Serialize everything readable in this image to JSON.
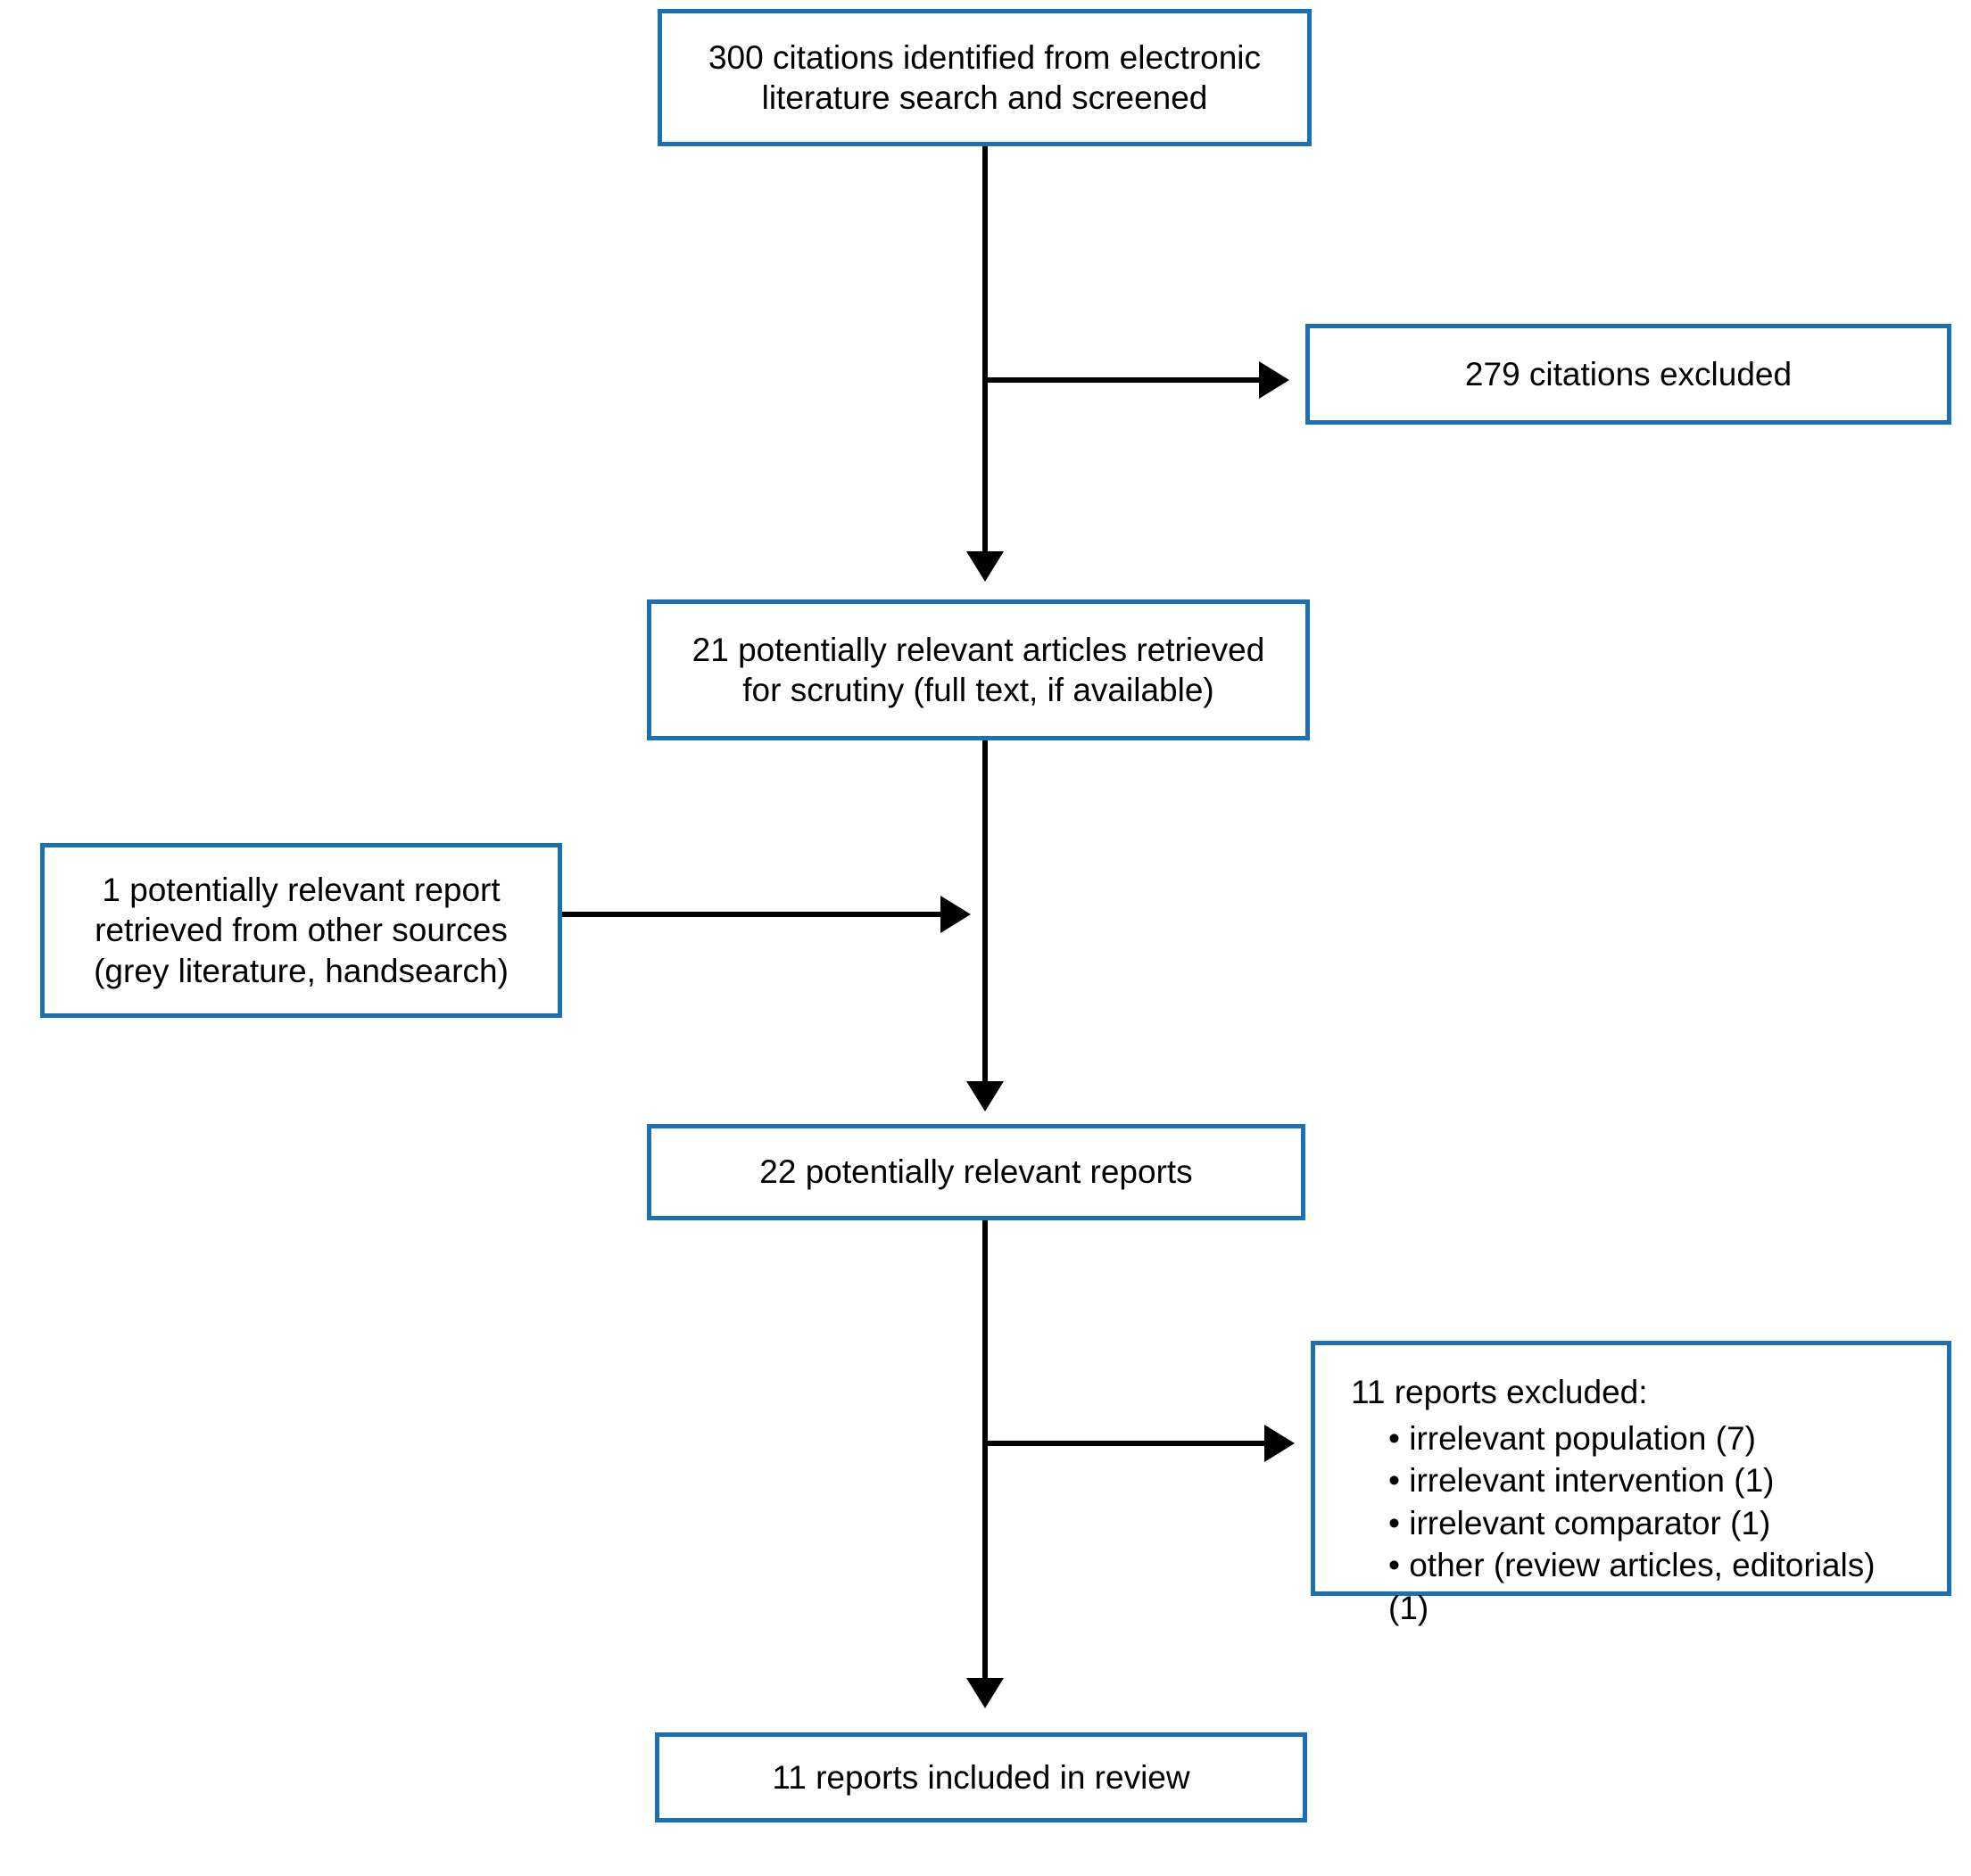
{
  "diagram": {
    "title": "Literature review flow diagram",
    "background_color": "#ffffff",
    "box_border_color": "#1b6fb5",
    "arrow_color": "#000000",
    "boxes": {
      "identified": {
        "text": "300 citations identified from electronic literature search and screened"
      },
      "excluded_citations": {
        "text": "279 citations excluded"
      },
      "retrieved": {
        "text": "21 potentially relevant articles retrieved for scrutiny (full text, if available)"
      },
      "other_sources": {
        "text": "1 potentially relevant report retrieved from other sources (grey literature, handsearch)"
      },
      "potentially_relevant": {
        "text": "22 potentially relevant reports"
      },
      "excluded_reports": {
        "heading": "11 reports excluded:",
        "bullets": [
          "irrelevant population (7)",
          "irrelevant intervention (1)",
          "irrelevant comparator (1)",
          "other (review articles, editorials) (1)"
        ]
      },
      "included": {
        "text": "11 reports included in review"
      }
    }
  }
}
